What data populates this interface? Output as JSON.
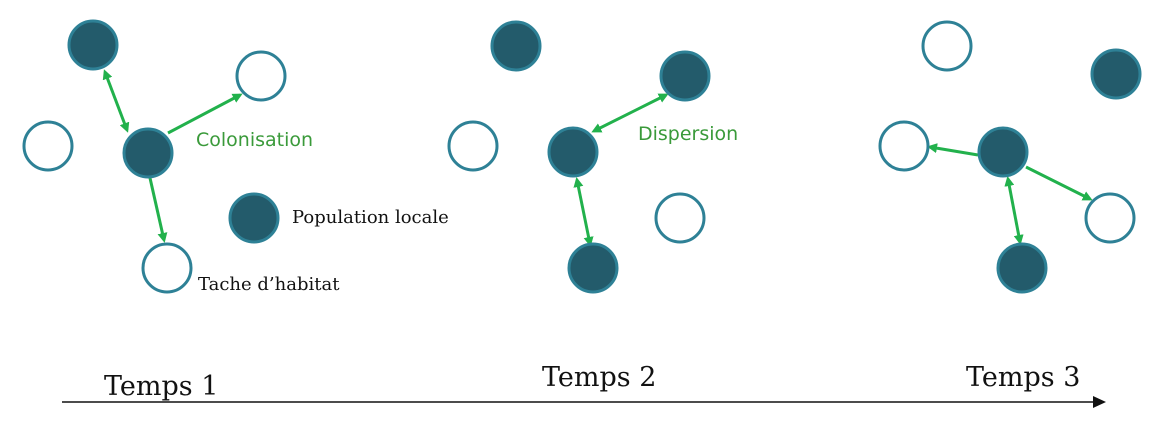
{
  "labels": {
    "colonisation": "Colonisation",
    "dispersion": "Dispersion",
    "population_locale": "Population locale",
    "tache_habitat": "Tache d’habitat"
  },
  "timeline": {
    "t1": "Temps 1",
    "t2": "Temps 2",
    "t3": "Temps 3"
  },
  "colors": {
    "filled": "#235b6b",
    "outline": "#2e8196",
    "arrow": "#22b14c",
    "label_green": "#3a9a3a",
    "text": "#111111"
  }
}
